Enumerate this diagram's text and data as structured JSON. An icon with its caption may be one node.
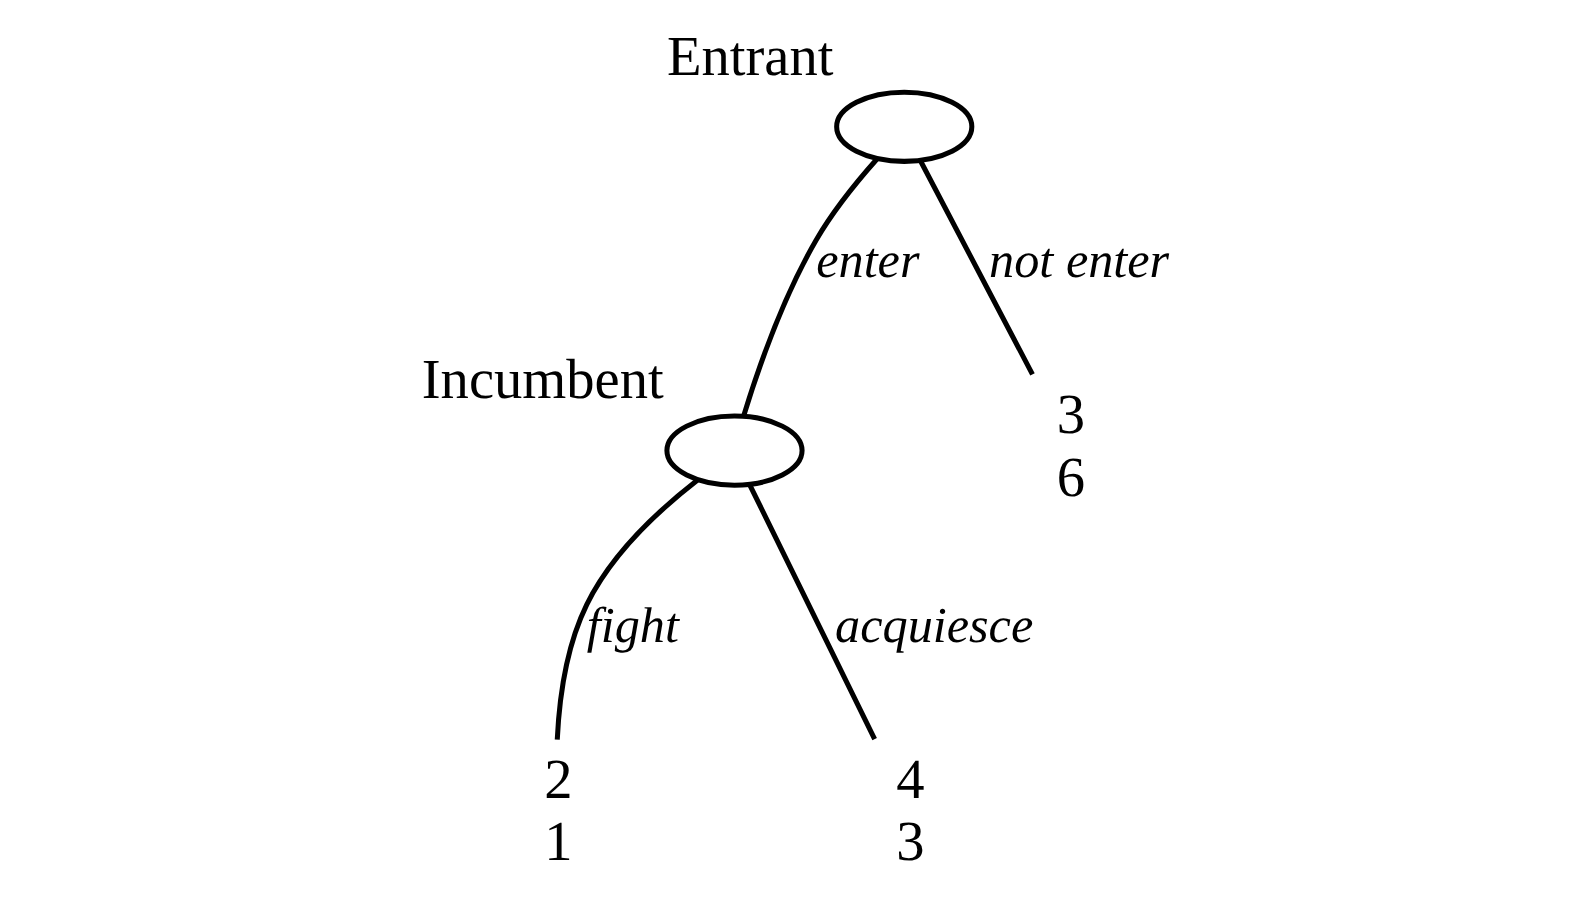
{
  "diagram": {
    "nodes": [
      {
        "text": [
          "Entrant"
        ]
      },
      {
        "text": [
          "Incumbent"
        ]
      },
      {
        "text": [
          "3",
          "6"
        ]
      },
      {
        "text": [
          "2",
          "1"
        ]
      },
      {
        "text": [
          "4",
          "3"
        ]
      }
    ],
    "edges": [
      {
        "from": 0,
        "to": 1,
        "arrow": "none",
        "label": "enter"
      },
      {
        "from": 0,
        "to": 2,
        "arrow": "none",
        "label": "not enter"
      },
      {
        "from": 1,
        "to": 3,
        "arrow": "none",
        "label": "fight"
      },
      {
        "from": 1,
        "to": 4,
        "arrow": "none",
        "label": "acquiesce"
      }
    ]
  }
}
